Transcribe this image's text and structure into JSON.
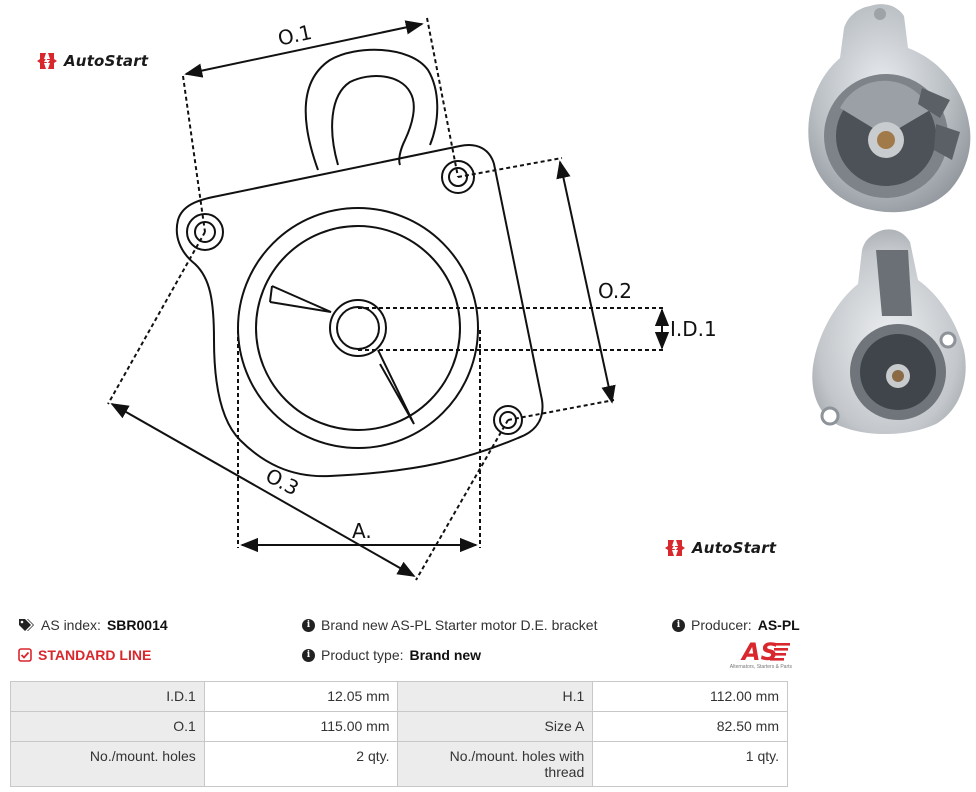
{
  "brand": {
    "name": "AutoStart"
  },
  "diagram": {
    "labels": {
      "o1": "O.1",
      "o2": "O.2",
      "o3": "O.3",
      "id1": "I.D.1",
      "a": "A."
    }
  },
  "product": {
    "index_label": "AS index:",
    "index_value": "SBR0014",
    "line": "STANDARD LINE",
    "description": "Brand new AS-PL Starter motor D.E. bracket",
    "type_label": "Product type:",
    "type_value": "Brand new",
    "producer_label": "Producer:",
    "producer_value": "AS-PL"
  },
  "producer_logo": {
    "mark": "AS",
    "tagline": "Alternators, Starters & Parts"
  },
  "specs": [
    {
      "label1": "I.D.1",
      "value1": "12.05 mm",
      "label2": "H.1",
      "value2": "112.00 mm"
    },
    {
      "label1": "O.1",
      "value1": "115.00 mm",
      "label2": "Size A",
      "value2": "82.50 mm"
    },
    {
      "label1": "No./mount. holes",
      "value1": "2 qty.",
      "label2": "No./mount. holes with thread",
      "value2": "1 qty."
    }
  ],
  "colors": {
    "accent": "#d9272e",
    "line_tag": "#d9272e",
    "table_label_bg": "#ececec",
    "border": "#c8c8c8"
  },
  "icons": [
    "tags-icon",
    "check-square-icon",
    "info-circle-icon",
    "autostart-logo-icon",
    "as-pl-logo"
  ]
}
